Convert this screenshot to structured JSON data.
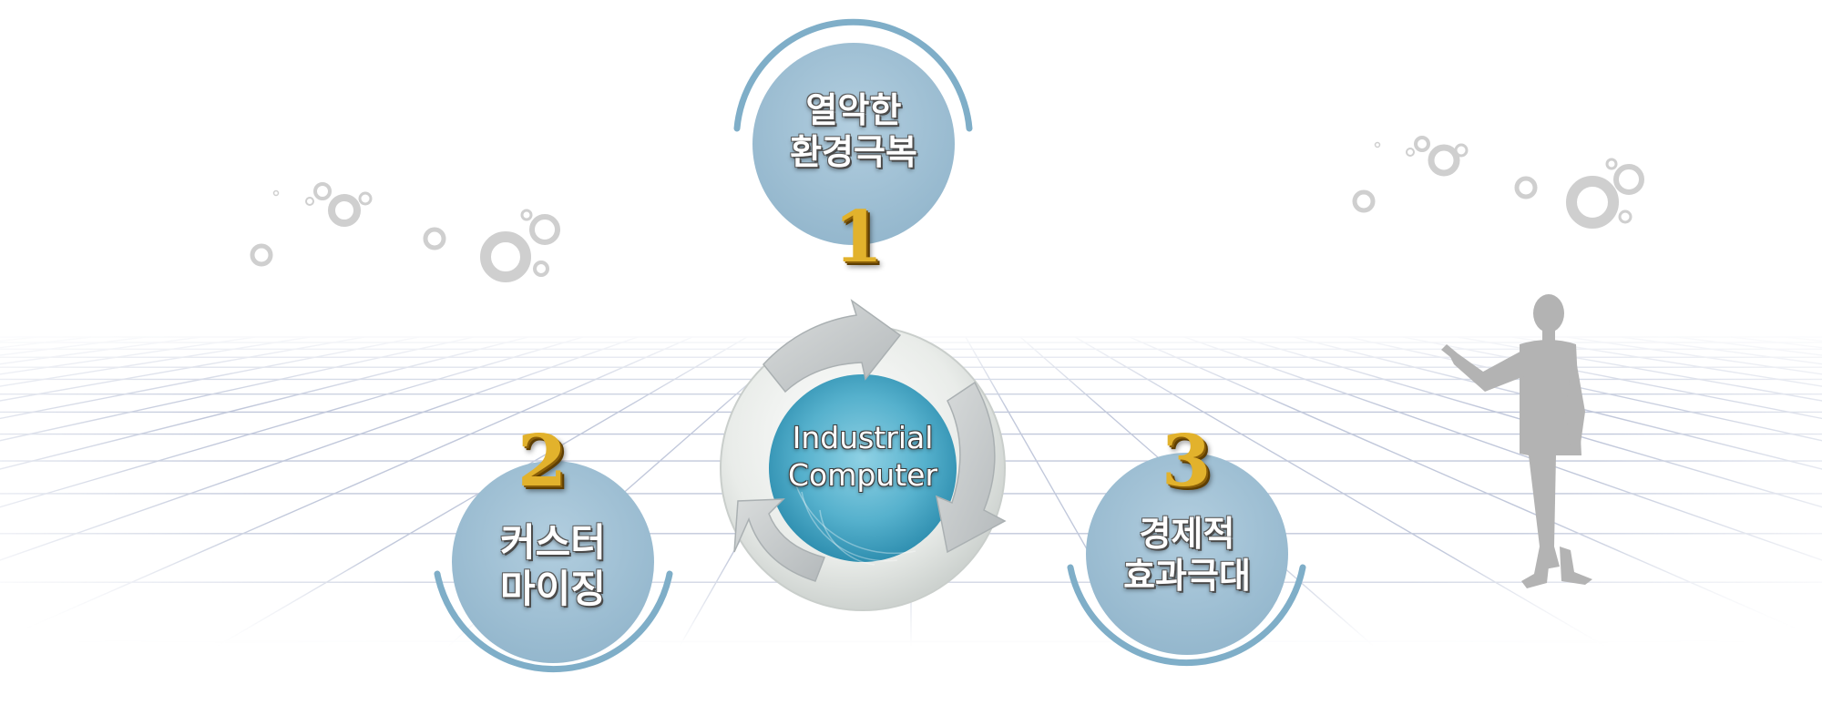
{
  "diagram": {
    "center": {
      "line1": "Industrial",
      "line2": "Computer"
    },
    "items": [
      {
        "number": "1",
        "line1": "열악한",
        "line2": "환경극복"
      },
      {
        "number": "2",
        "line1": "커스터",
        "line2": "마이징"
      },
      {
        "number": "3",
        "line1": "경제적",
        "line2": "효과극대"
      }
    ]
  },
  "colors": {
    "circle_fill": "#9fbfd3",
    "arc_stroke": "#7faec8",
    "number_gold": "#e2b22c",
    "center_blue": "#5fb6d1",
    "ring_gray": "#dcdedd",
    "arrow_gray": "#c7cbcc",
    "grid_line": "#8e9bbd",
    "decor_ring": "#cfcfcf",
    "silhouette": "#b3b3b3"
  }
}
